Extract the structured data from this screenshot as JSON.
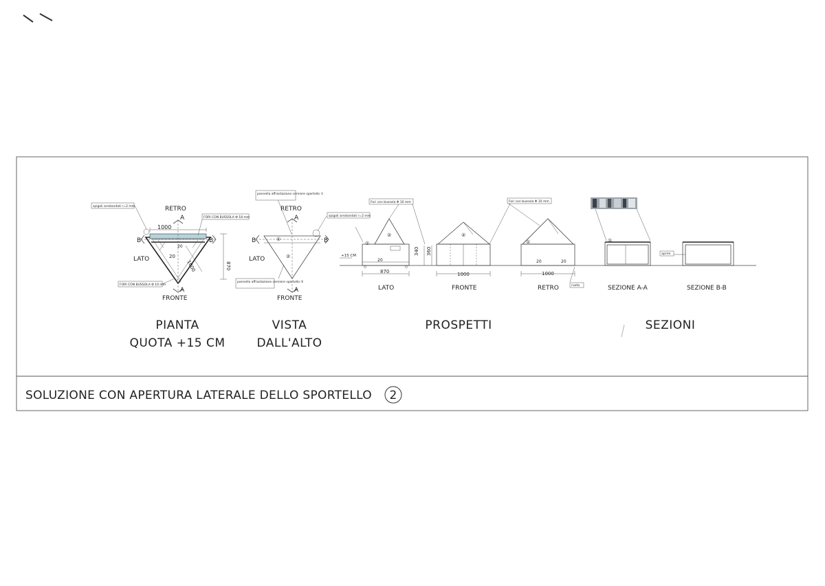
{
  "plan": {
    "retro": "RETRO",
    "fronte": "FRONTE",
    "lato": "LATO",
    "sec_a": "A",
    "sec_a2": "A",
    "sec_b": "B",
    "sec_b2": "B",
    "dim_1000": "1000",
    "dim_1000b": "1000",
    "dim_870": "870",
    "dim_20": "20",
    "dim_20b": "20",
    "note_spigoli": "spigoli arrotondati r=2 mm",
    "note_fori_top": "FORI CON BUSSOLA Φ 18 mm",
    "note_fori_bottom": "FORI CON BUSSOLA Φ 10 mm",
    "caption_line1": "PIANTA",
    "caption_line2": "QUOTA +15 CM"
  },
  "top_view": {
    "retro": "RETRO",
    "fronte": "FRONTE",
    "lato": "LATO",
    "sec_a": "A",
    "sec_a2": "A",
    "sec_b": "B",
    "sec_b2": "B",
    "mark1": "①",
    "mark2": "②",
    "note_pannello1": "pannello affrastazione cerniere sportello ①",
    "note_pannello2": "pannello affrastazione cerniere sportello ②",
    "note_spigoli": "spigoli arrotondati r=2 mm",
    "caption_line1": "VISTA",
    "caption_line2": "DALL'ALTO"
  },
  "elevations": {
    "lato": "LATO",
    "fronte": "FRONTE",
    "retro": "RETRO",
    "dim_870": "870",
    "dim_1000": "1000",
    "dim_1000b": "1000",
    "dim_340": "340",
    "dim_360": "360",
    "dim_20": "20",
    "dim_20b": "20",
    "dim_20c": "20",
    "level": "+15 CM",
    "note_fori1": "Fori con bussola Φ 10 mm",
    "note_fori2": "Fori con bussola Φ 10 mm",
    "note_ruota": "ruota",
    "mark1": "①",
    "mark2": "②",
    "mark3": "②",
    "mark4": "①",
    "caption": "PROSPETTI"
  },
  "sections": {
    "sez_a": "SEZIONE A-A",
    "sez_b": "SEZIONE B-B",
    "note_apre": "aprire",
    "mark1": "①",
    "caption": "SEZIONI"
  },
  "footer": {
    "title": "SOLUZIONE CON APERTURA LATERALE DELLO SPORTELLO",
    "number": "2"
  }
}
